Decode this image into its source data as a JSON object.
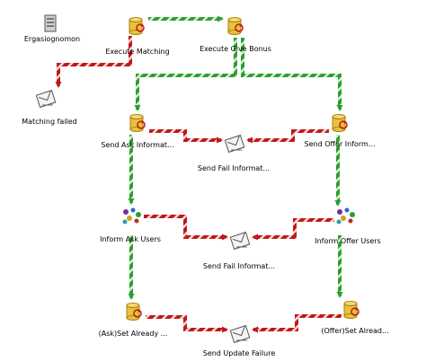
{
  "diagram": {
    "nodes": [
      {
        "id": "ergasiognomon",
        "label": "Ergasiognomon",
        "icon": "server-icon"
      },
      {
        "id": "execute-matching",
        "label": "Execute Matching",
        "icon": "database-task-icon"
      },
      {
        "id": "execute-give-bonus",
        "label": "Execute Give Bonus",
        "icon": "database-task-icon"
      },
      {
        "id": "matching-failed",
        "label": "Matching failed",
        "icon": "mail-task-icon"
      },
      {
        "id": "send-ask-inform",
        "label": "Send Ask Informat...",
        "icon": "database-task-icon"
      },
      {
        "id": "send-offer-inform",
        "label": "Send Offer Inform...",
        "icon": "database-task-icon"
      },
      {
        "id": "send-fail-inform-1",
        "label": "Send Fail Informat...",
        "icon": "mail-task-icon"
      },
      {
        "id": "inform-ask-users",
        "label": "Inform Ask Users",
        "icon": "script-task-icon"
      },
      {
        "id": "inform-offer-users",
        "label": "Inform Offer Users",
        "icon": "script-task-icon"
      },
      {
        "id": "send-fail-inform-2",
        "label": "Send Fail Informat...",
        "icon": "mail-task-icon"
      },
      {
        "id": "ask-set-already",
        "label": "(Ask)Set Already ...",
        "icon": "database-task-icon"
      },
      {
        "id": "offer-set-already",
        "label": "(Offer)Set Alread...",
        "icon": "database-task-icon"
      },
      {
        "id": "send-update-failure",
        "label": "Send Update Failure",
        "icon": "mail-task-icon"
      }
    ],
    "connectors": [
      {
        "from": "execute-matching",
        "to": "execute-give-bonus",
        "status": "success"
      },
      {
        "from": "execute-matching",
        "to": "matching-failed",
        "status": "failure"
      },
      {
        "from": "execute-give-bonus",
        "to": "send-ask-inform",
        "status": "success"
      },
      {
        "from": "execute-give-bonus",
        "to": "send-offer-inform",
        "status": "success"
      },
      {
        "from": "send-ask-inform",
        "to": "send-fail-inform-1",
        "status": "failure"
      },
      {
        "from": "send-offer-inform",
        "to": "send-fail-inform-1",
        "status": "failure"
      },
      {
        "from": "send-ask-inform",
        "to": "inform-ask-users",
        "status": "success"
      },
      {
        "from": "send-offer-inform",
        "to": "inform-offer-users",
        "status": "success"
      },
      {
        "from": "inform-ask-users",
        "to": "send-fail-inform-2",
        "status": "failure"
      },
      {
        "from": "inform-offer-users",
        "to": "send-fail-inform-2",
        "status": "failure"
      },
      {
        "from": "inform-ask-users",
        "to": "ask-set-already",
        "status": "success"
      },
      {
        "from": "inform-offer-users",
        "to": "offer-set-already",
        "status": "success"
      },
      {
        "from": "ask-set-already",
        "to": "send-update-failure",
        "status": "failure"
      },
      {
        "from": "offer-set-already",
        "to": "send-update-failure",
        "status": "failure"
      }
    ],
    "colors": {
      "success": "#2e9e2e",
      "failure": "#c01818",
      "background": "#ffffff",
      "cylinder": "#e8c33a",
      "cylinder_dark": "#a87f10"
    }
  }
}
